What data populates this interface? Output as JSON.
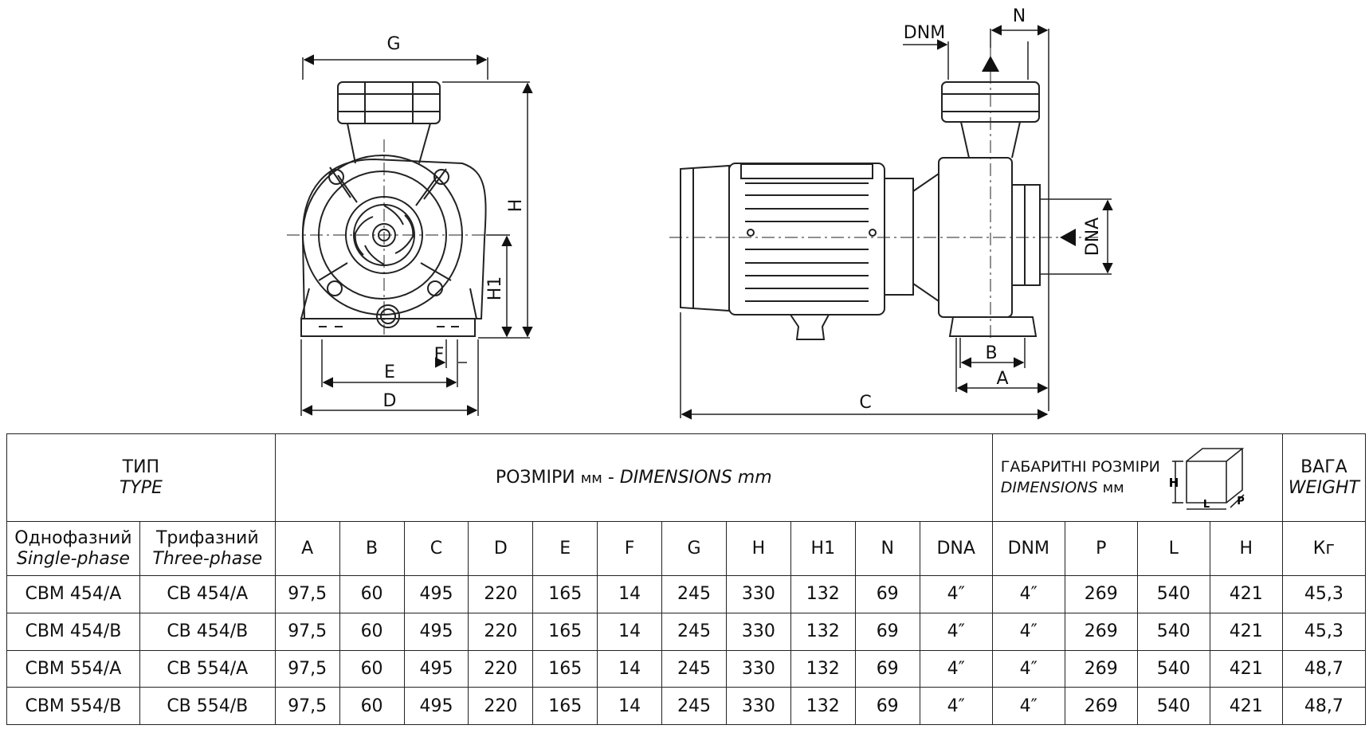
{
  "drawing": {
    "front_view_labels": [
      "G",
      "H",
      "H1",
      "E",
      "F",
      "D"
    ],
    "side_view_labels": [
      "DNM",
      "N",
      "DNA",
      "B",
      "A",
      "C"
    ]
  },
  "table": {
    "type_title": "ТИП",
    "type_title_en": "TYPE",
    "dims_title": "РОЗМІРИ",
    "dims_unit": "мм",
    "dims_dash": " - ",
    "dims_title_en": "DIMENSIONS mm",
    "overall_title": "ГАБАРИТНІ РОЗМІРИ",
    "overall_title_en": "DIMENSIONS",
    "overall_unit": "мм",
    "weight_title": "ВАГА",
    "weight_title_en": "WEIGHT",
    "single_phase": "Однофазний",
    "single_phase_en": "Single-phase",
    "three_phase": "Трифазний",
    "three_phase_en": "Three-phase",
    "box_labels": {
      "h": "H",
      "l": "L",
      "p": "P"
    },
    "columns": [
      "A",
      "B",
      "C",
      "D",
      "E",
      "F",
      "G",
      "H",
      "H1",
      "N",
      "DNA",
      "DNM",
      "P",
      "L",
      "H",
      "Кг"
    ],
    "rows": [
      {
        "single": "CBM 454/A",
        "three": "CB 454/A",
        "values": [
          "97,5",
          "60",
          "495",
          "220",
          "165",
          "14",
          "245",
          "330",
          "132",
          "69",
          "4″",
          "4″",
          "269",
          "540",
          "421",
          "45,3"
        ]
      },
      {
        "single": "CBM 454/B",
        "three": "CB 454/B",
        "values": [
          "97,5",
          "60",
          "495",
          "220",
          "165",
          "14",
          "245",
          "330",
          "132",
          "69",
          "4″",
          "4″",
          "269",
          "540",
          "421",
          "45,3"
        ]
      },
      {
        "single": "CBM 554/A",
        "three": "CB 554/A",
        "values": [
          "97,5",
          "60",
          "495",
          "220",
          "165",
          "14",
          "245",
          "330",
          "132",
          "69",
          "4″",
          "4″",
          "269",
          "540",
          "421",
          "48,7"
        ]
      },
      {
        "single": "CBM 554/B",
        "three": "CB 554/B",
        "values": [
          "97,5",
          "60",
          "495",
          "220",
          "165",
          "14",
          "245",
          "330",
          "132",
          "69",
          "4″",
          "4″",
          "269",
          "540",
          "421",
          "48,7"
        ]
      }
    ]
  }
}
